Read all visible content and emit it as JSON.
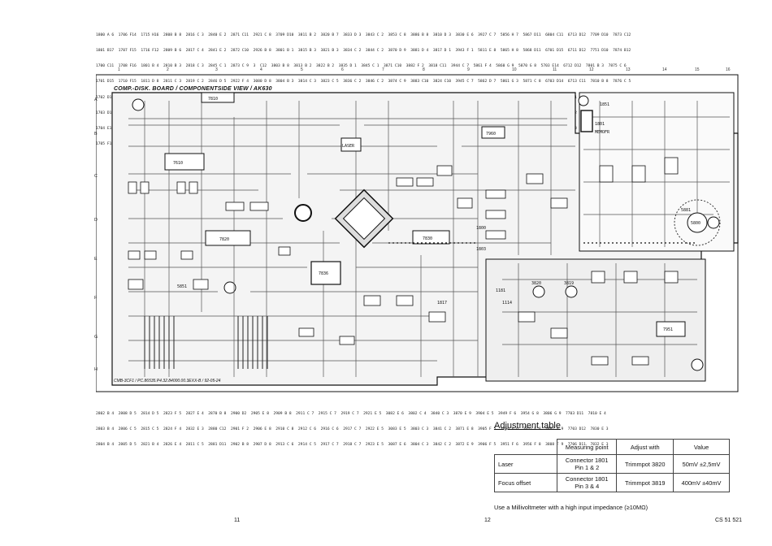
{
  "board_title": "COMP.-DISK. BOARD / COMPONENTSIDE VIEW / AK630",
  "board_reference": "CMB-3CF1 / PC.86535.P4.32.84000.00.3EXX-B / 92-05-24",
  "component_labels": [
    "7610",
    "7810",
    "7820",
    "7830",
    "7960",
    "5851",
    "1851",
    "1181",
    "5800",
    "5881",
    "1114",
    "7836",
    "7951",
    "1817",
    "1801",
    "1800",
    "1803",
    "3820",
    "3819",
    "MEMOFR",
    "LASER"
  ],
  "column_numbers": [
    "1",
    "2",
    "3",
    "4",
    "5",
    "6",
    "7",
    "8",
    "9",
    "10",
    "11",
    "12",
    "13",
    "14",
    "15",
    "16"
  ],
  "row_letters": [
    "A",
    "B",
    "C",
    "D",
    "E",
    "F",
    "G",
    "H"
  ],
  "top_index": [
    "1800 A 6  1706 F14  1715 H16  2808 B 8  2816 C 3  2840 E 2  2871 C11  2921 C 8  3709 D10  3811 B 2  3820 B 7  3833 D 3  3843 C 2  3853 C 8  3886 B 8  3810 D 3  3830 E 6  3927 C 7  5856 H 7  5867 D11  6804 C11  6713 D12  7709 D10  7873 C12",
    "1801 B17  1707 F15  1716 F12  2809 B 6  2817 C 4  2841 E 2  2872 C10  2926 B 8  3801 B 1  3815 B 3  3821 B 3  3834 C 2  3844 C 2  3870 D 9  3881 D 4  3817 D 1  3943 F 1  5811 E 8  5865 H 8  5868 D11  6701 D15  6711 D12  7751 D10  7874 B12",
    "1700 C11  1708 F16  1801 B 4  2810 B 3  2818 C 3  2845 C 1  2873 C 9  3  C12  3803 B 8  3813 B 2  3822 B 2  3835 D 1  3845 C 1  3871 C10  3882 F 2  3818 C11  3944 C 7  5861 F 4  5860 G 9  5870 G 8  5703 E14  6712 D12  7801 B 3  7875 C 6",
    "1701 D15  1710 F15  1811 D 8  2811 C 3  2819 C 2  2846 D 5  2922 F 4  3080 D 8  3804 B 3  3814 C 3  3823 C 5  3836 C 2  3846 C 2  3874 C 9  3883 C10  3824 C10  3945 C 7  5862 D 7  5861 G 3  5871 C 8  6703 D14  6713 C11  7810 B 8  7876 C 5",
    "1702 D14  1711 F14  1820 F 7  2812 B 5  2831 C 1  2847 D 5  2924 F 5  3081 C 7  3805 C 5  3815 C 5  3824 C 5  3837 C 2  3847 C 1  3875 C 1  3884 D 4  3827 D 5  3946 C 8  5863 D 8  5862 C11  5872 C11  6704 C14  6801 E 5  7811 G 4  7877 E 5",
    "1703 D1   1712 F13  1823 F 7  2813 B 5  2832 C 1  2848 C 5  2925 F 6  3082 C 7  3806 C 4  3816 C 4  3825 C 4  3838 C 2  3848 C 4  3876 C 9  3885 C 8  3828 C 4  3947 C 3  5864 C 9  5863 C12  5873 C11  6705 E14  6802 E 5  7820 D 8  7878 D10",
    "1704 E13  1713 F 9  1830 E 8  2814 C 5  2836 C 1  2849 D 4  2923 F 7  3083 C 8  3807 C 4  3817 C 4  3826 C 6  3840 C 2  3849 C 4  3877 C 4  3886 F 3  3829 C 3  3948 C 4  5865 C 9  5864 G11  5874 D12  6706 D14  6803 E 5  7830 D 9  7879 D10",
    "1705 F13  1714 F14  2  C11  2815 C 4  2838 E 4  2870 C 9  2925 C 9  3707 D10  3810 B 3  3819 B 3  3832 C 3  3842 C 3  3853 C 4  3880 C 7  3887 C 8  3830 C 3  3950 C 4  5866 D10  5865 C10  5875 D12  6707 D15  6804 E 5  7851 D10  7880 C 9"
  ],
  "bottom_index": [
    "2802 B 4  2808 D 5  2814 D 5  2823 F 5  2827 E 4  2870 B 8  2900 D2  2905 E 8  2909 B 8  2911 C 7  2915 C 7  2919 C 7  2921 E 5  3082 E 6  3802 C 4  3840 C 3  3870 E 9  3904 E 5  3949 F 6  3954 G 8  3806 G 9  7703 D11  7810 E 4",
    "2803 B 4  2806 C 5  2815 C 5  2824 F 4  2832 E 3  2880 C12  2901 F 2  2906 E 8  2910 C 8  2912 C 6  2916 C 6  2917 C 7  2922 E 5  3083 E 5  3803 C 3  3841 C 2  3871 E 8  3905 F 5  3950 F 6  3955 F 8  3807 F 9  7703 D12  7830 E 3",
    "2804 B 4  2805 D 5  2821 B 4  2826 E 4  2811 C 5  2881 D11  2902 B 8  2907 D 8  2913 C 6  2914 C 5  2917 C 7  2918 C 7  2923 E 5  3087 E 6  3804 C 3  3842 C 2  3872 E 9  3906 F 5  3951 F 6  3956 F 8  3808 F 9  7706 D11  7832 E 3"
  ],
  "adjustment_table": {
    "title": "Adjustment table",
    "headers": [
      "",
      "Measuring point",
      "Adjust with",
      "Value"
    ],
    "rows": [
      {
        "name": "Laser",
        "point_line1": "Connector 1801",
        "point_line2": "Pin 1 & 2",
        "adjust": "Trimmpot 3820",
        "value": "50mV ±2,5mV"
      },
      {
        "name": "Focus offset",
        "point_line1": "Connector 1801",
        "point_line2": "Pin 3 & 4",
        "adjust": "Trimmpot 3819",
        "value": "400mV ±40mV"
      }
    ],
    "note": "Use a Millivoltmeter with a high input impedance (≥10MΩ)"
  },
  "page_numbers": {
    "left": "11",
    "right": "12"
  },
  "doc_code": "CS 51 521"
}
